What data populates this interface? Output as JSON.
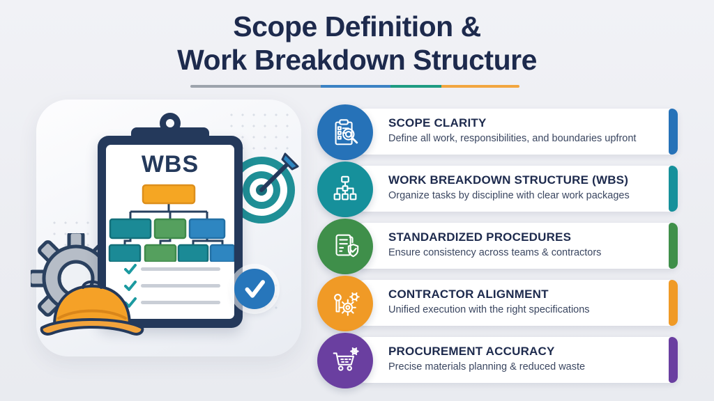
{
  "header": {
    "title_line1": "Scope Definition &",
    "title_line2": "Work Breakdown Structure"
  },
  "divider_colors": [
    "#9ca3ac",
    "#3b82c4",
    "#1d9b82",
    "#f2a640"
  ],
  "illustration": {
    "clipboard_label": "WBS",
    "org_chart_colors": {
      "root": "#f5a623",
      "teal": "#1b8a96",
      "green": "#55a05e",
      "blue": "#2e86c1",
      "connector": "#27405f"
    },
    "hard_hat_color": "#f4a12b",
    "target_color": "#1f8f96",
    "check_circle_color": "#2776bb",
    "gear_color": "#b6bdc7"
  },
  "items": [
    {
      "icon": "clipboard-search-icon",
      "color": "#2672b8",
      "title": "SCOPE CLARITY",
      "description": "Define all work, responsibilities, and boundaries upfront"
    },
    {
      "icon": "hierarchy-icon",
      "color": "#16909b",
      "title": "WORK BREAKDOWN STRUCTURE (WBS)",
      "description": "Organize tasks by discipline with clear work packages"
    },
    {
      "icon": "document-shield-icon",
      "color": "#3f8f4a",
      "title": "STANDARDIZED PROCEDURES",
      "description": "Ensure consistency across teams & contractors"
    },
    {
      "icon": "gears-wrench-icon",
      "color": "#f09a26",
      "title": "CONTRACTOR ALIGNMENT",
      "description": "Unified execution with the right specifications"
    },
    {
      "icon": "cart-gear-icon",
      "color": "#6a3fa0",
      "title": "PROCUREMENT ACCURACY",
      "description": "Precise materials planning & reduced waste"
    }
  ],
  "colors": {
    "background": "#edeff3",
    "title_text": "#1d2a4d",
    "card_background": "#ffffff",
    "navy_outline": "#24395b"
  }
}
